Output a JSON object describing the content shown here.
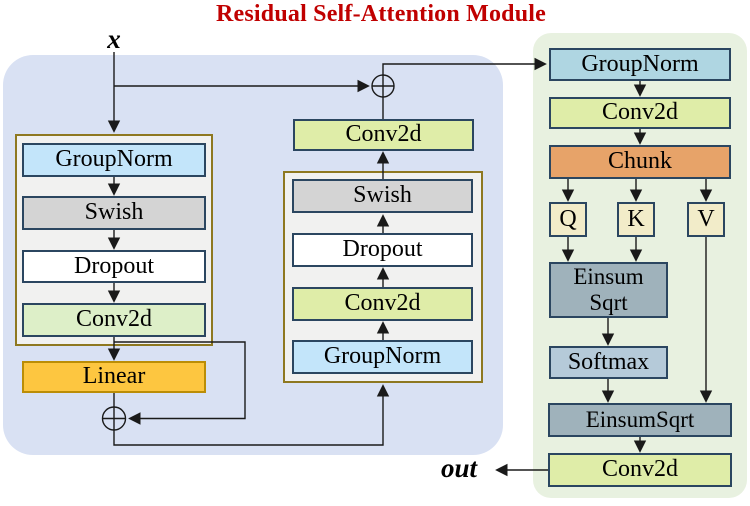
{
  "title": "Residual Self-Attention Module",
  "input_label": "x",
  "output_label": "out",
  "left_module": {
    "stack": [
      "GroupNorm",
      "Swish",
      "Dropout",
      "Conv2d"
    ],
    "linear": "Linear"
  },
  "mid_module": {
    "conv_top": "Conv2d",
    "stack": [
      "Swish",
      "Dropout",
      "Conv2d",
      "GroupNorm"
    ]
  },
  "attention_module": {
    "groupnorm": "GroupNorm",
    "conv_in": "Conv2d",
    "chunk": "Chunk",
    "q": "Q",
    "k": "K",
    "v": "V",
    "einsum_sqrt": "Einsum\nSqrt",
    "softmax": "Softmax",
    "einsumsqrt": "EinsumSqrt",
    "conv_out": "Conv2d"
  },
  "icons": {
    "sum_nodes": "circle-plus-icon",
    "arrows": "arrowhead-icon"
  },
  "colors": {
    "title_red": "#C00000",
    "left_panel_bg": "#D9E1F3",
    "right_panel_bg": "#E8F1E0",
    "inner_container_bg": "#F1F1F0",
    "inner_container_border": "#8E7820",
    "block_border": "#2B4660",
    "groupnorm_blue": "#C3E5FA",
    "groupnorm_teal": "#AFD6E2",
    "swish_gray": "#D4D4D4",
    "dropout_white": "#FFFFFF",
    "conv2d_pale_green": "#DDEFC8",
    "conv2d_yellow_green": "#DFEDA8",
    "linear_amber": "#FDC640",
    "linear_border": "#BB8D06",
    "chunk_orange": "#E7A369",
    "qkv_cream": "#F2ECC9",
    "einsum_slate": "#9FB2BB",
    "softmax_blue_gray": "#B5CAD9",
    "line_black": "#1A1A1A"
  }
}
